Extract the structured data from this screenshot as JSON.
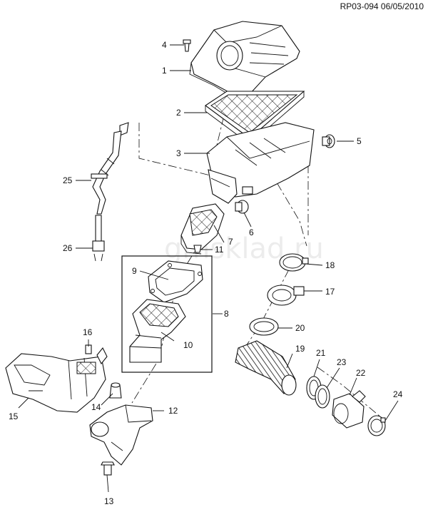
{
  "header": {
    "drawing_code": "RP03-094 06/05/2010"
  },
  "watermark": "gmsklad.ru",
  "callouts": {
    "c1": "1",
    "c2": "2",
    "c3": "3",
    "c4": "4",
    "c5": "5",
    "c6": "6",
    "c7": "7",
    "c8": "8",
    "c9": "9",
    "c10": "10",
    "c11": "11",
    "c12": "12",
    "c13": "13",
    "c14": "14",
    "c15": "15",
    "c16": "16",
    "c17": "17",
    "c18": "18",
    "c19": "19",
    "c20": "20",
    "c21": "21",
    "c22": "22",
    "c23": "23",
    "c24": "24",
    "c25": "25",
    "c26": "26"
  }
}
